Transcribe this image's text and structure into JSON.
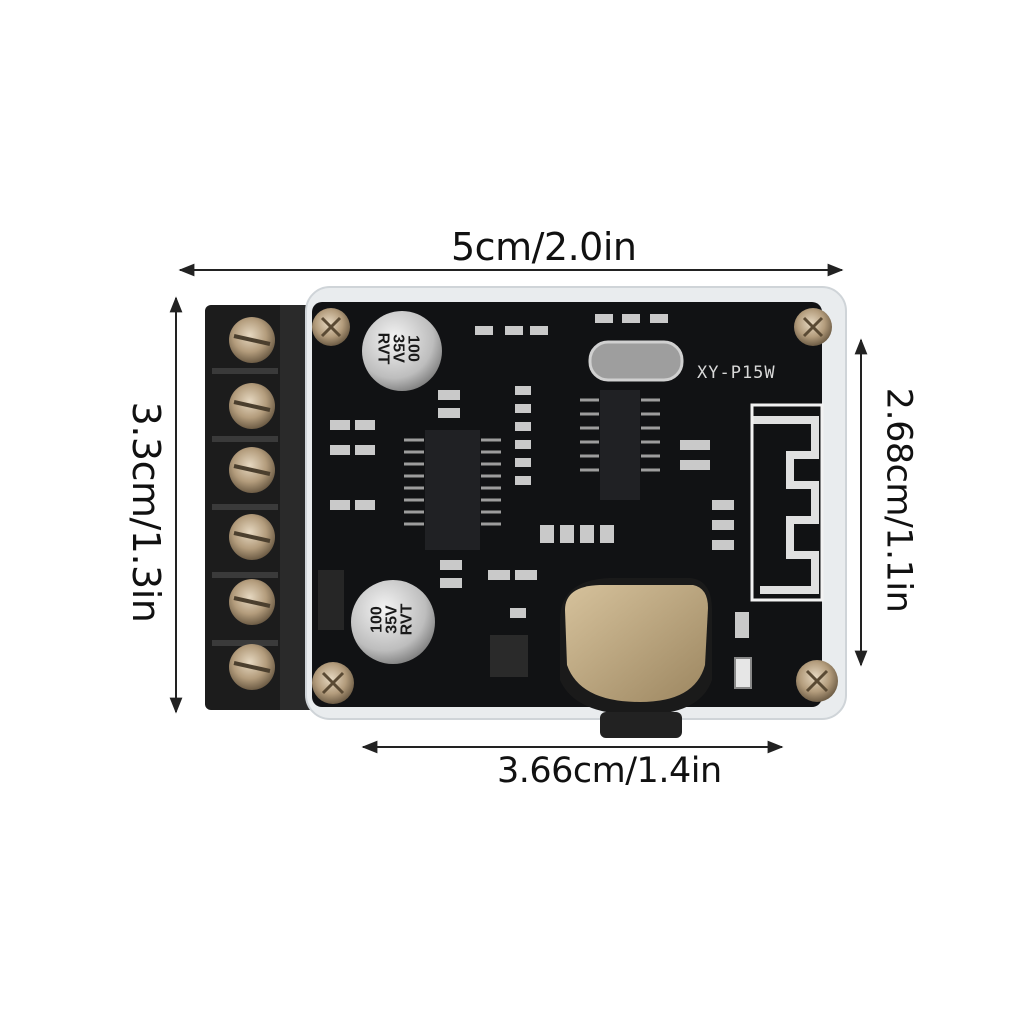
{
  "dimensions": {
    "overall_width": "5cm/2.0in",
    "overall_height": "3.3cm/1.3in",
    "board_height": "2.68cm/1.1in",
    "board_width": "3.66cm/1.4in"
  },
  "board": {
    "model": "XY-P15W",
    "capacitor_top": [
      "100",
      "35V",
      "RVT"
    ],
    "capacitor_bottom": [
      "100",
      "35V",
      "RVT"
    ]
  },
  "colors": {
    "pcb": "#111214",
    "terminal": "#1c1c1c",
    "screw": "#b8a58a",
    "knob": "#b9a27b",
    "dimension_line": "#222222"
  }
}
